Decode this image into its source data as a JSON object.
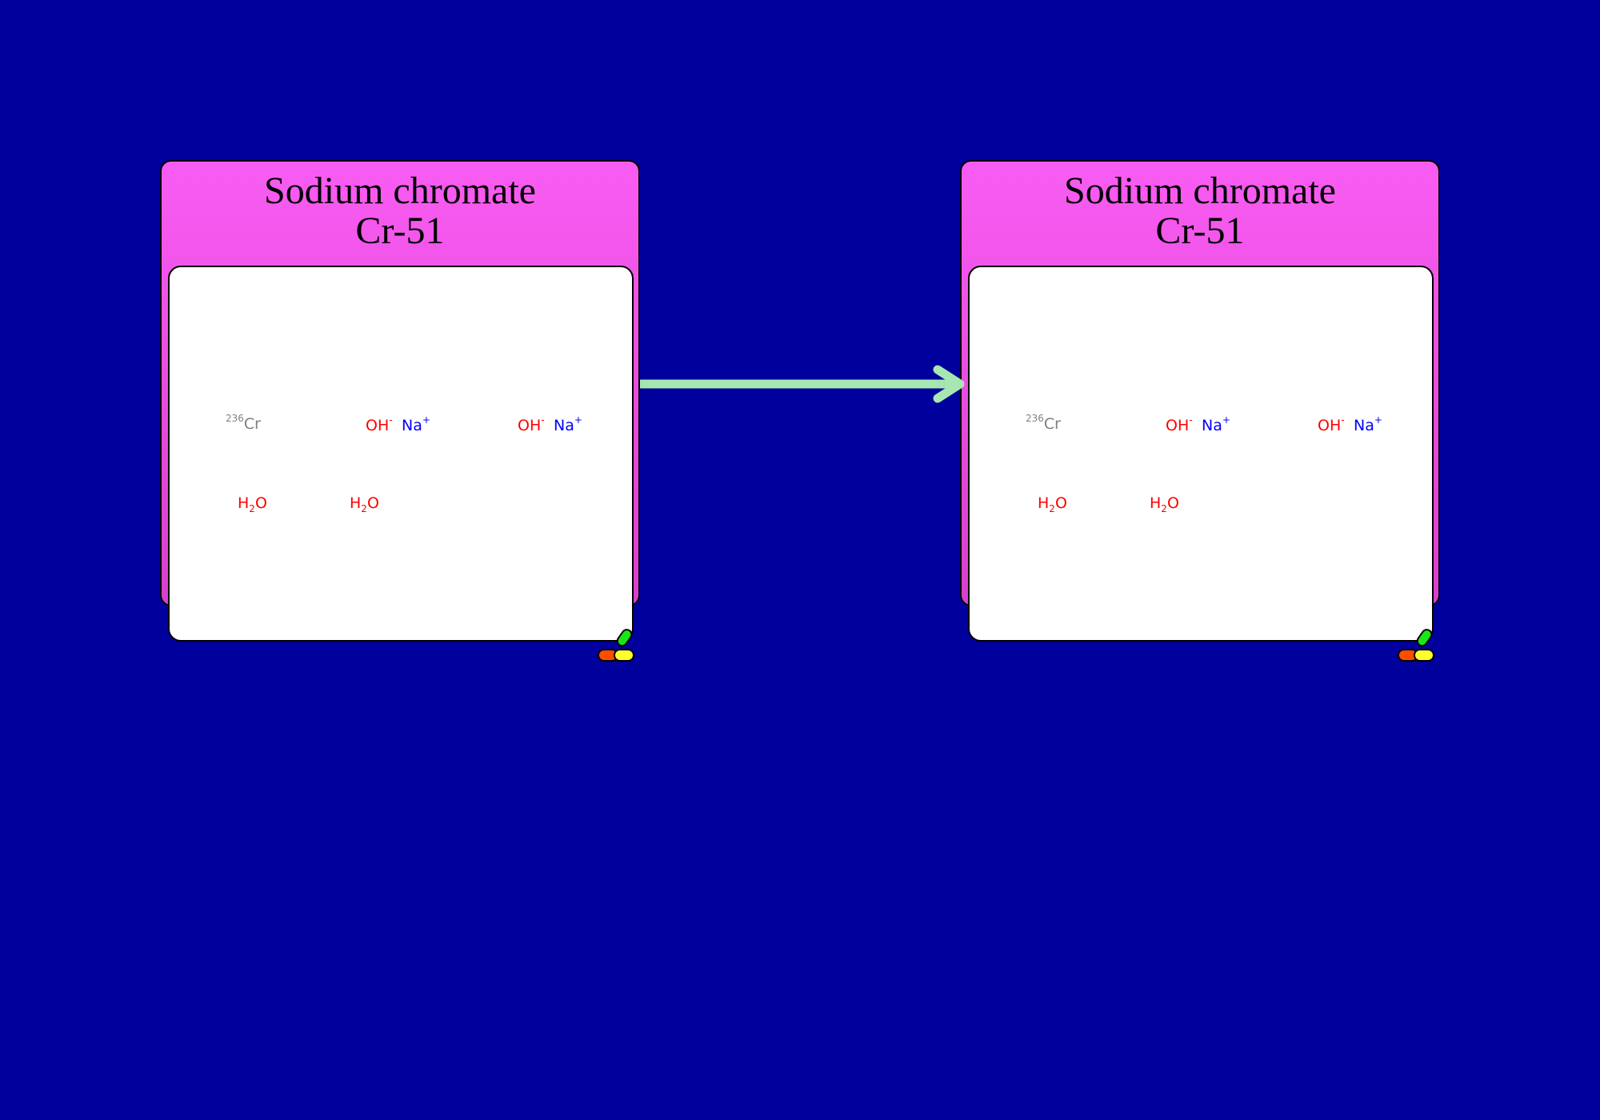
{
  "colors": {
    "background": "#00009c",
    "node_fill_top": "#f95cf2",
    "node_fill_bottom": "#d63fcf",
    "arrow": "#a7e6b0",
    "element_cr": "#808080",
    "element_o": "#ff0000",
    "element_na": "#0000ff",
    "pill_red": "#ff4e00",
    "pill_yellow": "#ffff2e",
    "pill_green": "#19e619"
  },
  "nodes": [
    {
      "title_line1": "Sodium chromate",
      "title_line2": "Cr-51",
      "species": {
        "cr": {
          "isotope": "236",
          "symbol": "Cr"
        },
        "hydroxide1": {
          "symbol": "OH",
          "charge": "-"
        },
        "sodium1": {
          "symbol": "Na",
          "charge": "+"
        },
        "hydroxide2": {
          "symbol": "OH",
          "charge": "-"
        },
        "sodium2": {
          "symbol": "Na",
          "charge": "+"
        },
        "water1": {
          "h": "H",
          "sub": "2",
          "o": "O"
        },
        "water2": {
          "h": "H",
          "sub": "2",
          "o": "O"
        }
      },
      "icon": "drug-capsules-icon"
    },
    {
      "title_line1": "Sodium chromate",
      "title_line2": "Cr-51",
      "species": {
        "cr": {
          "isotope": "236",
          "symbol": "Cr"
        },
        "hydroxide1": {
          "symbol": "OH",
          "charge": "-"
        },
        "sodium1": {
          "symbol": "Na",
          "charge": "+"
        },
        "hydroxide2": {
          "symbol": "OH",
          "charge": "-"
        },
        "sodium2": {
          "symbol": "Na",
          "charge": "+"
        },
        "water1": {
          "h": "H",
          "sub": "2",
          "o": "O"
        },
        "water2": {
          "h": "H",
          "sub": "2",
          "o": "O"
        }
      },
      "icon": "drug-capsules-icon"
    }
  ],
  "edges": [
    {
      "from": 0,
      "to": 1,
      "type": "conversion-arrow"
    }
  ]
}
